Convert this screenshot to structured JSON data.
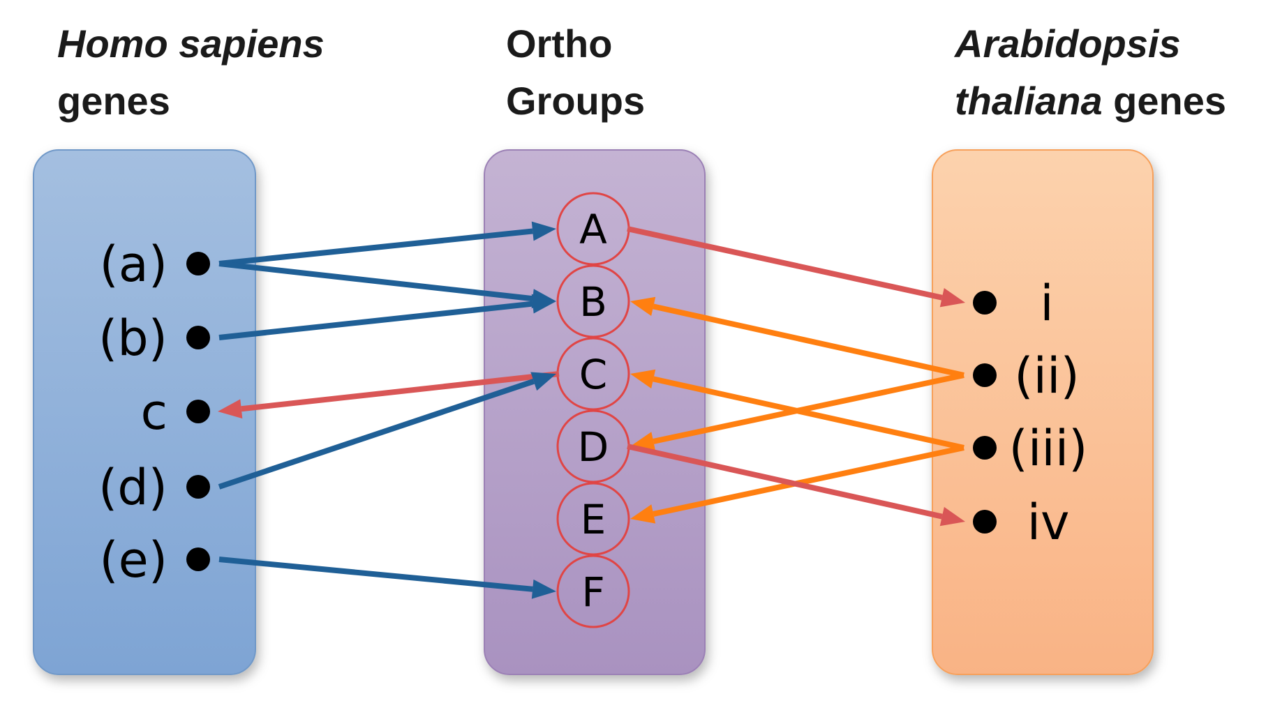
{
  "headers": {
    "human": {
      "line1": "Homo sapiens",
      "line2": "genes"
    },
    "ortho": {
      "line1": "Ortho",
      "line2": "Groups"
    },
    "arabidopsis": {
      "line1": "Arabidopsis",
      "line2_italic": "thaliana",
      "line2_rest": " genes"
    }
  },
  "human_genes": [
    "(a)",
    "(b)",
    "c",
    "(d)",
    "(e)"
  ],
  "ortho_groups": [
    "A",
    "B",
    "C",
    "D",
    "E",
    "F"
  ],
  "arabidopsis_genes": [
    "i",
    "(ii)",
    "(iii)",
    "iv"
  ],
  "colors": {
    "human_box_top": "#a4bfe0",
    "human_box_bottom": "#7ea4d4",
    "ortho_box_top": "#c4b3d3",
    "ortho_box_bottom": "#a992c0",
    "arab_box_top": "#fcd2ad",
    "arab_box_bottom": "#f9b385",
    "blue_arrow": "#1f5f96",
    "red_arrow": "#d95656",
    "orange_arrow": "#ff7f10",
    "group_circle": "#e04545"
  },
  "links": [
    {
      "from": "(a)",
      "to": "A",
      "color": "blue"
    },
    {
      "from": "(a)",
      "to": "B",
      "color": "blue"
    },
    {
      "from": "(b)",
      "to": "B",
      "color": "blue"
    },
    {
      "from": "C",
      "to": "c",
      "color": "red"
    },
    {
      "from": "(d)",
      "to": "C",
      "color": "blue"
    },
    {
      "from": "(e)",
      "to": "F",
      "color": "blue"
    },
    {
      "from": "A",
      "to": "i",
      "color": "red"
    },
    {
      "from": "(ii)",
      "to": "B",
      "color": "orange"
    },
    {
      "from": "(ii)",
      "to": "D",
      "color": "orange"
    },
    {
      "from": "(iii)",
      "to": "C",
      "color": "orange"
    },
    {
      "from": "(iii)",
      "to": "E",
      "color": "orange"
    },
    {
      "from": "D",
      "to": "iv",
      "color": "red"
    }
  ]
}
